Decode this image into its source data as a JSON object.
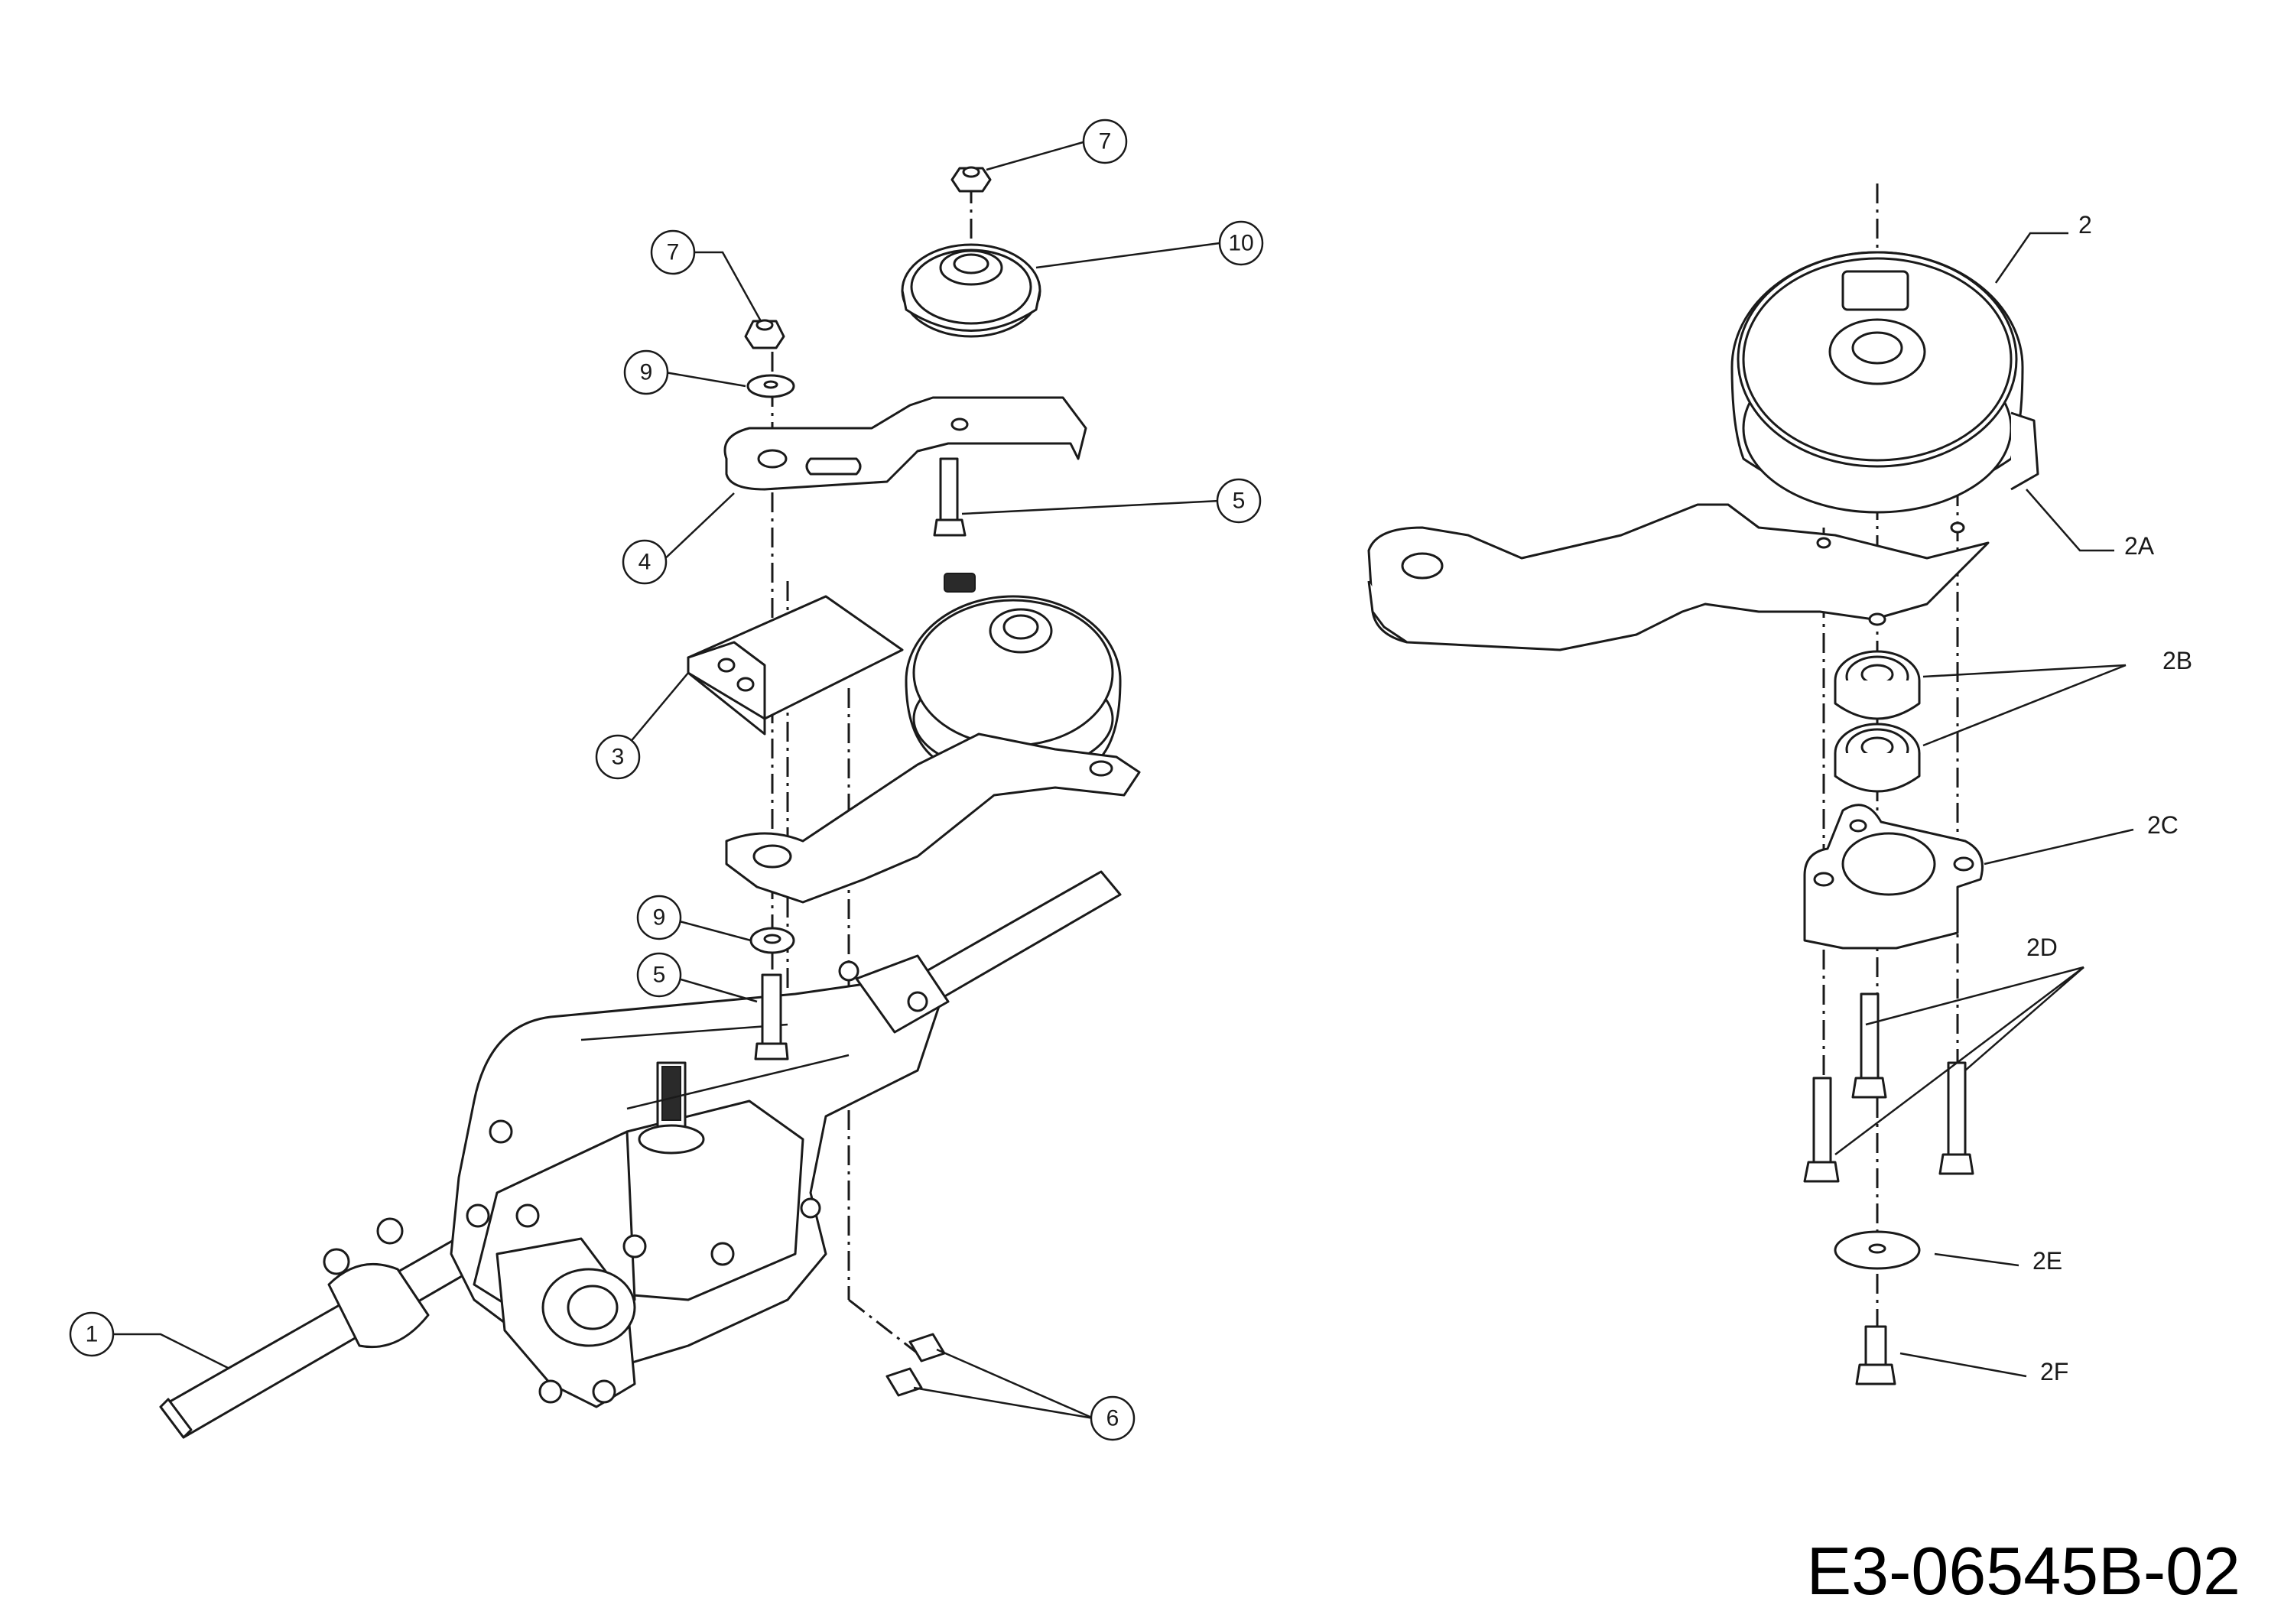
{
  "callouts": {
    "c1": "1",
    "c3": "3",
    "c4": "4",
    "c5a": "5",
    "c5b": "5",
    "c6": "6",
    "c7a": "7",
    "c7b": "7",
    "c9a": "9",
    "c9b": "9",
    "c10": "10"
  },
  "labels": {
    "l2": "2",
    "l2A": "2A",
    "l2B": "2B",
    "l2C": "2C",
    "l2D": "2D",
    "l2E": "2E",
    "l2F": "2F"
  },
  "reference": "E3-06545B-02",
  "colors": {
    "line": "#1a1a1a",
    "background": "#ffffff"
  }
}
